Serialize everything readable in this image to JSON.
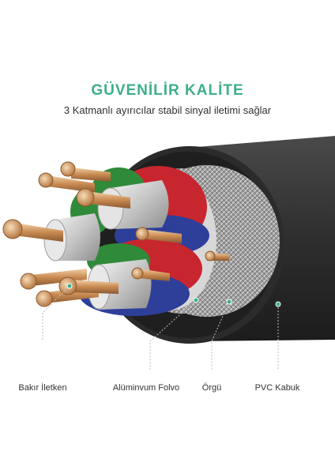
{
  "header": {
    "title": "GÜVENİLİR KALİTE",
    "subtitle": "3 Katmanlı ayırıcılar stabil sinyal iletimi sağlar"
  },
  "callouts": [
    {
      "label": "Bakır İletken"
    },
    {
      "label": "Alüminvum Folvo"
    },
    {
      "label": "Örgü"
    },
    {
      "label": "PVC Kabuk"
    }
  ],
  "colors": {
    "accent": "#3daf8a",
    "jacket": "#3a3a3a",
    "braid": "#a8a8a8",
    "copper": "#d9a06a",
    "pair_red": "#c8262e",
    "pair_blue": "#2e3f9a",
    "pair_green": "#2f8a3a"
  }
}
